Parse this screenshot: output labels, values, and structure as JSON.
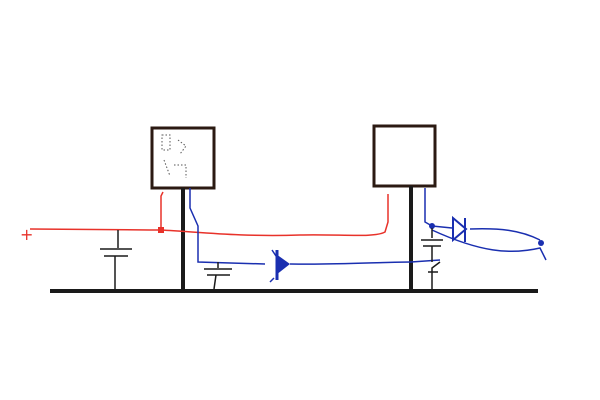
{
  "diagram": {
    "input_terminal": {
      "label": "+",
      "color": "#e8322a"
    },
    "colors": {
      "ground": "#1a1a1a",
      "positive_wire": "#e8322a",
      "signal_wire": "#1a2fb0",
      "box_border": "#2b1a12",
      "component": "#1a1a1a"
    },
    "components": [
      {
        "type": "box",
        "name": "module-left"
      },
      {
        "type": "box",
        "name": "module-right"
      },
      {
        "type": "capacitor",
        "name": "capacitor-input"
      },
      {
        "type": "capacitor",
        "name": "capacitor-left-output"
      },
      {
        "type": "capacitor",
        "name": "capacitor-right-output"
      },
      {
        "type": "diode",
        "name": "diode-middle"
      },
      {
        "type": "diode",
        "name": "diode-right"
      },
      {
        "type": "ground-rail",
        "name": "ground-rail"
      }
    ]
  }
}
